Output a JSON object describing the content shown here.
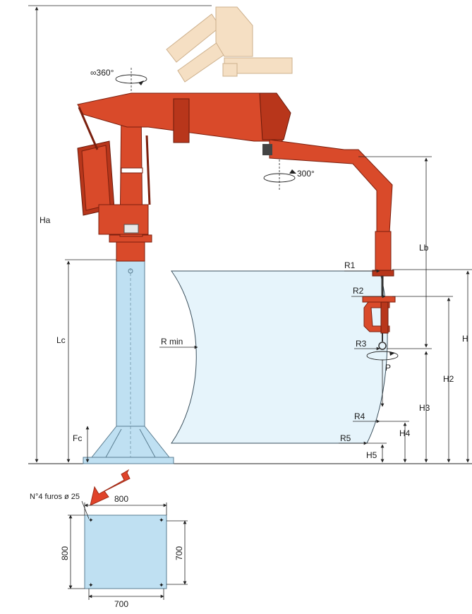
{
  "labels": {
    "rotation_base": "∞360°",
    "rotation_head": "300°",
    "Ha": "Ha",
    "Lb": "Lb",
    "Lc": "Lc",
    "Fc": "Fc",
    "R1": "R1",
    "R2": "R2",
    "R3": "R3",
    "R4": "R4",
    "R5": "R5",
    "R_min": "R min",
    "P": "P",
    "H": "H",
    "H2": "H2",
    "H3": "H3",
    "H4": "H4",
    "H5": "H5"
  },
  "base_plate": {
    "holes_label": "N°4 furos ø 25",
    "width_top": "800",
    "width_bottom": "700",
    "height_left": "800",
    "height_right": "700"
  },
  "colors": {
    "arm": "#d94a2a",
    "column": "#bfe0f2",
    "reach_area": "#e6f4fb",
    "ghost_arm": "#f5dfc3"
  }
}
